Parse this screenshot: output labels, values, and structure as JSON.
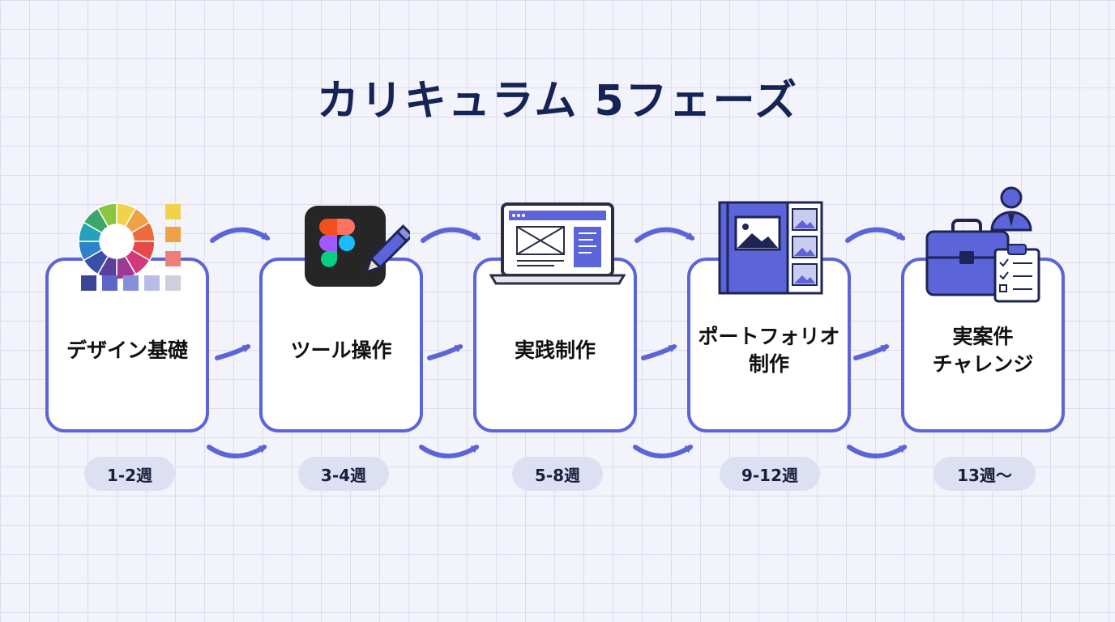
{
  "title": "カリキュラム 5フェーズ",
  "colors": {
    "accent": "#5b64d8",
    "title": "#142456",
    "badge_bg": "#dde0f3",
    "grid": "#dcdcee",
    "background": "#f3f3fb"
  },
  "phases": [
    {
      "label": "デザイン基礎",
      "duration": "1-2週",
      "icon": "color-wheel-icon"
    },
    {
      "label": "ツール操作",
      "duration": "3-4週",
      "icon": "figma-icon"
    },
    {
      "label": "実践制作",
      "duration": "5-8週",
      "icon": "laptop-icon"
    },
    {
      "label": "ポートフォリオ\n制作",
      "duration": "9-12週",
      "icon": "portfolio-icon"
    },
    {
      "label": "実案件\nチャレンジ",
      "duration": "13週〜",
      "icon": "briefcase-icon"
    }
  ]
}
